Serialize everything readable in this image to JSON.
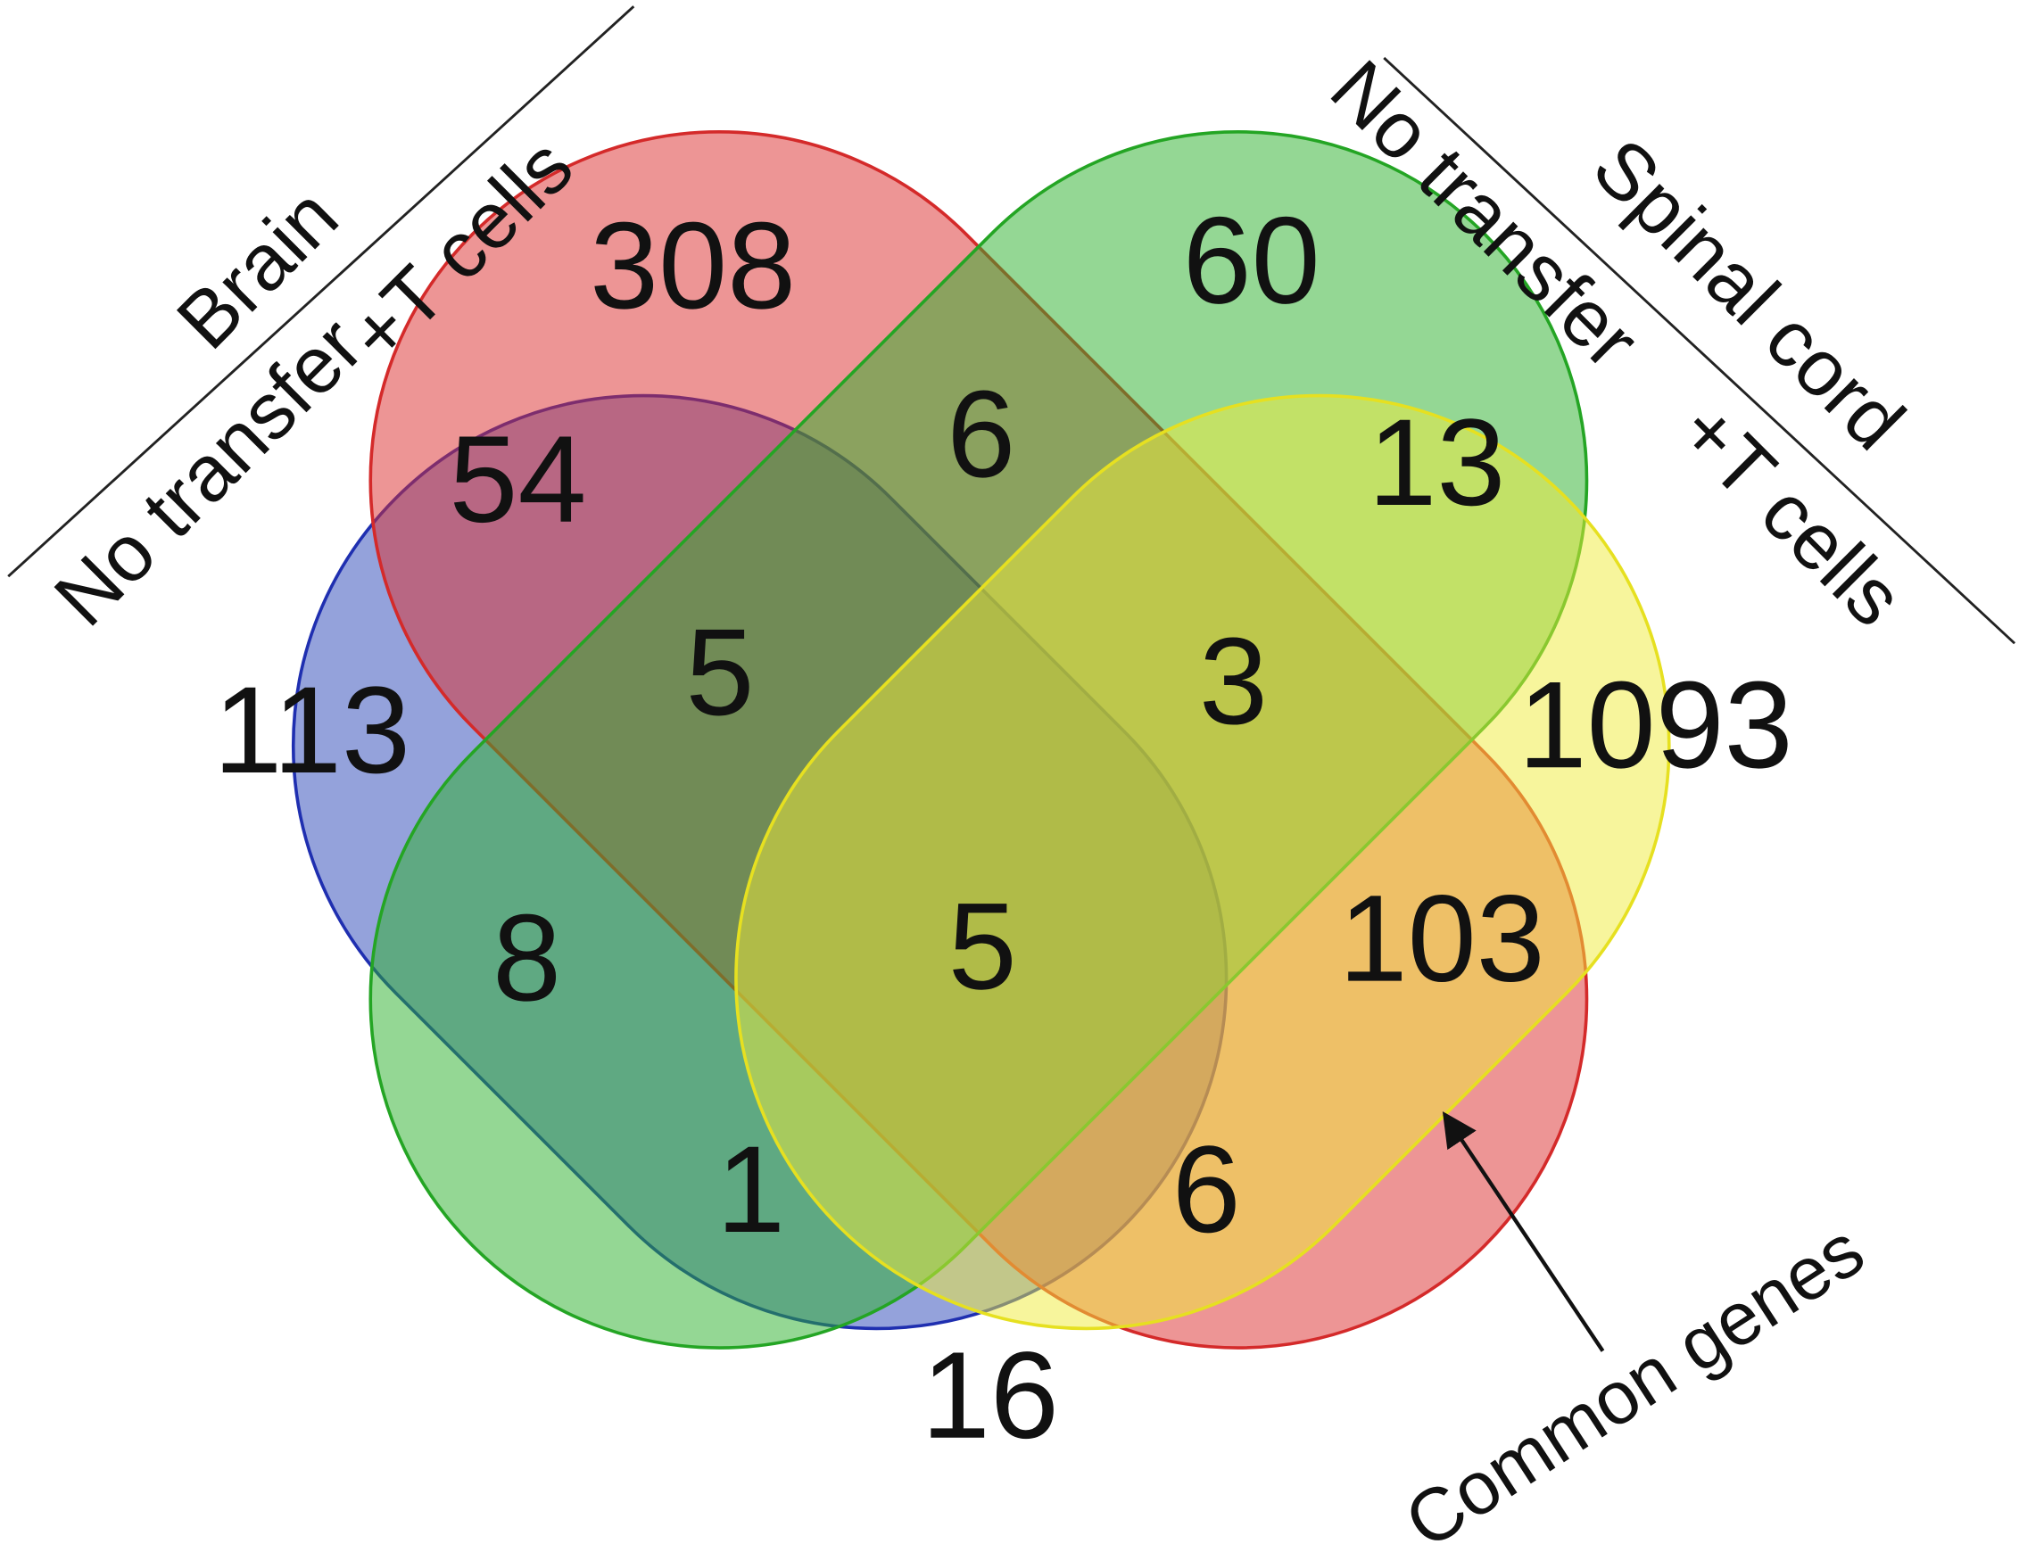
{
  "venn": {
    "sets": [
      {
        "id": "brain_no_transfer",
        "label": "No transfer",
        "fill": "#2a46b7",
        "stroke": "#1f2fb0"
      },
      {
        "id": "brain_t_cells",
        "label": "+T cells",
        "fill": "#dc2c2c",
        "stroke": "#d42a2a"
      },
      {
        "id": "spinal_no_transfer",
        "label": "No transfer",
        "fill": "#2aaf2a",
        "stroke": "#24a524"
      },
      {
        "id": "spinal_t_cells",
        "label": "+T cells",
        "fill": "#f0ec3a",
        "stroke": "#e6e020"
      }
    ],
    "groups": {
      "brain": "Brain",
      "spinal_cord": "Spinal cord"
    },
    "regions": [
      {
        "name": "brain-t-only",
        "value": "308"
      },
      {
        "name": "spinal-none-only",
        "value": "60"
      },
      {
        "name": "brain-none-brain-t",
        "value": "54"
      },
      {
        "name": "brain-t-spinal-none",
        "value": "6"
      },
      {
        "name": "spinal-none-spinal-t",
        "value": "13"
      },
      {
        "name": "brain-none-only",
        "value": "113"
      },
      {
        "name": "brain-none-brain-t-spinal-none",
        "value": "5"
      },
      {
        "name": "brain-t-spinal-none-spinal-t",
        "value": "3"
      },
      {
        "name": "spinal-t-only",
        "value": "1093"
      },
      {
        "name": "brain-none-spinal-none",
        "value": "8"
      },
      {
        "name": "all-four",
        "value": "5"
      },
      {
        "name": "brain-t-spinal-t",
        "value": "103"
      },
      {
        "name": "brain-none-spinal-none-spinal-t",
        "value": "1"
      },
      {
        "name": "brain-none-brain-t-spinal-t",
        "value": "6"
      },
      {
        "name": "brain-none-spinal-t",
        "value": "16"
      }
    ],
    "annotation": "Common genes"
  }
}
